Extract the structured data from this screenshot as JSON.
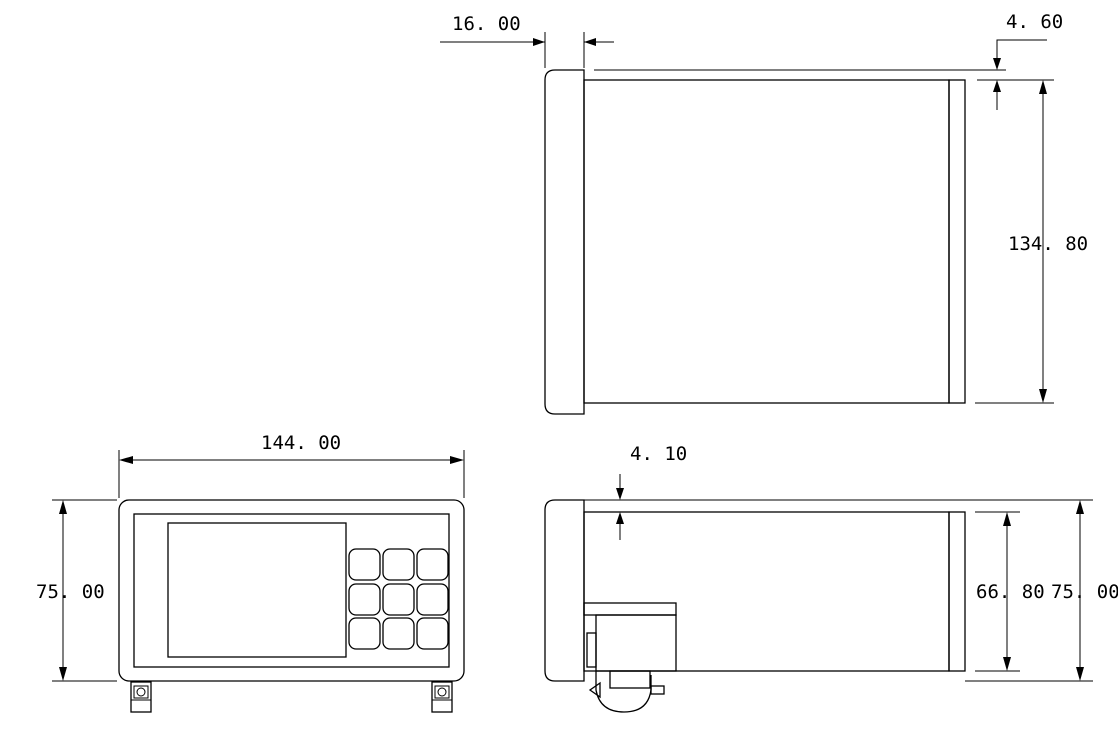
{
  "dimensions": {
    "top_gap": "16. 00",
    "top_lip": "4. 60",
    "top_height": "134. 80",
    "front_width": "144. 00",
    "front_height": "75. 00",
    "side_lip": "4. 10",
    "side_inner_height": "66. 80",
    "side_height": "75. 00"
  }
}
